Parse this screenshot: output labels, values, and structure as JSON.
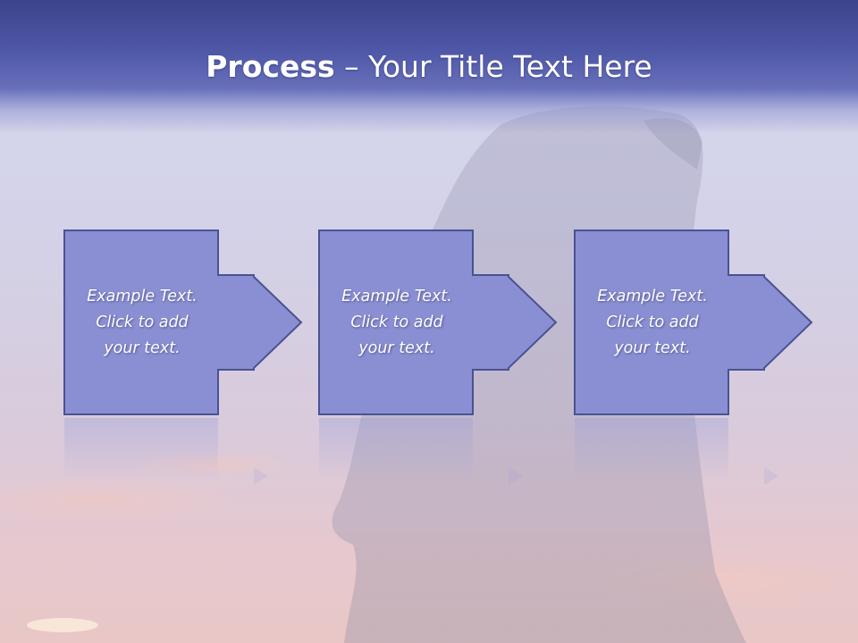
{
  "slide": {
    "title_bold": "Process",
    "title_rest": " – Your Title Text Here"
  },
  "steps": [
    {
      "line1": "Example Text.",
      "line2": "Click  to add",
      "line3": "your text."
    },
    {
      "line1": "Example Text.",
      "line2": "Click  to add",
      "line3": "your text."
    },
    {
      "line1": "Example Text.",
      "line2": "Click  to add",
      "line3": "your text."
    }
  ],
  "colors": {
    "header": "#4a52a0",
    "step_fill": "#8a8fd3",
    "step_stroke": "#4a5290",
    "text": "#ffffff"
  }
}
